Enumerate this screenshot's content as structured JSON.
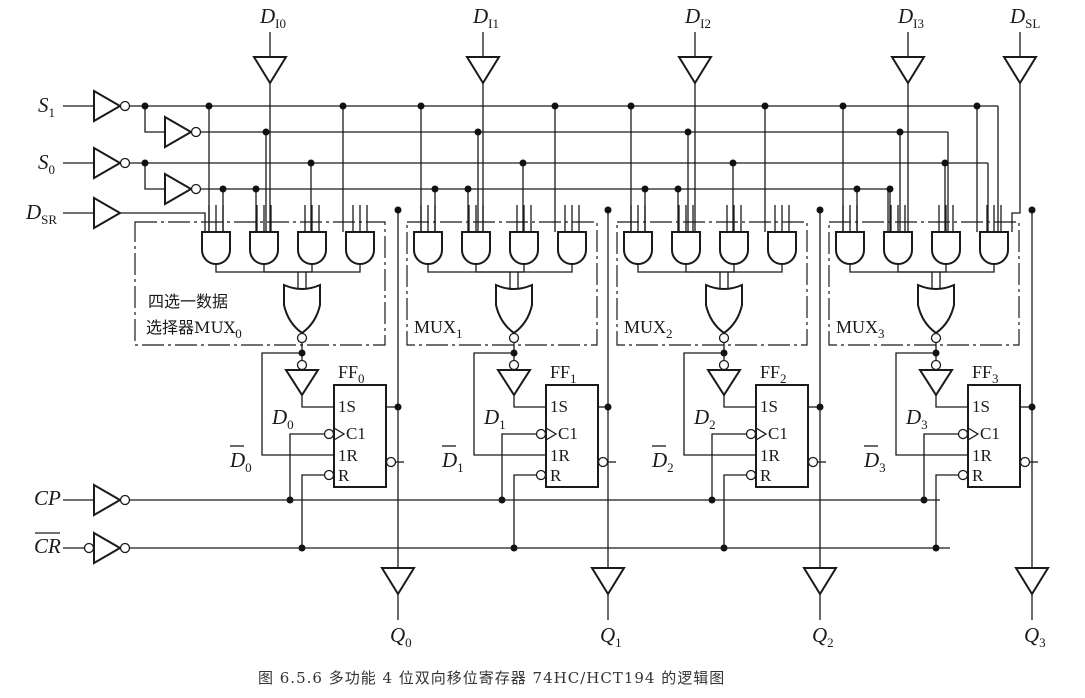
{
  "inputs": {
    "s1": {
      "main": "S",
      "sub": "1"
    },
    "s0": {
      "main": "S",
      "sub": "0"
    },
    "dsr": {
      "main": "D",
      "sub": "SR"
    },
    "cp": {
      "main": "CP"
    },
    "cr": {
      "main": "CR"
    }
  },
  "top_inputs": [
    {
      "main": "D",
      "sub": "I0"
    },
    {
      "main": "D",
      "sub": "I1"
    },
    {
      "main": "D",
      "sub": "I2"
    },
    {
      "main": "D",
      "sub": "I3"
    },
    {
      "main": "D",
      "sub": "SL"
    }
  ],
  "mux": [
    {
      "line1": "四选一数据",
      "line2": "选择器MUX",
      "sub": "0"
    },
    {
      "line1": "",
      "line2": "MUX",
      "sub": "1"
    },
    {
      "line1": "",
      "line2": "MUX",
      "sub": "2"
    },
    {
      "line1": "",
      "line2": "MUX",
      "sub": "3"
    }
  ],
  "flipflops": [
    {
      "name": "FF",
      "sub": "0",
      "d": "D",
      "d_sub": "0",
      "pins": [
        "1S",
        "C1",
        "1R",
        "R"
      ]
    },
    {
      "name": "FF",
      "sub": "1",
      "d": "D",
      "d_sub": "1",
      "pins": [
        "1S",
        "C1",
        "1R",
        "R"
      ]
    },
    {
      "name": "FF",
      "sub": "2",
      "d": "D",
      "d_sub": "2",
      "pins": [
        "1S",
        "C1",
        "1R",
        "R"
      ]
    },
    {
      "name": "FF",
      "sub": "3",
      "d": "D",
      "d_sub": "3",
      "pins": [
        "1S",
        "C1",
        "1R",
        "R"
      ]
    }
  ],
  "outputs": [
    {
      "main": "Q",
      "sub": "0"
    },
    {
      "main": "Q",
      "sub": "1"
    },
    {
      "main": "Q",
      "sub": "2"
    },
    {
      "main": "Q",
      "sub": "3"
    }
  ],
  "caption": "图 6.5.6   多功能 4 位双向移位寄存器 74HC/HCT194 的逻辑图"
}
